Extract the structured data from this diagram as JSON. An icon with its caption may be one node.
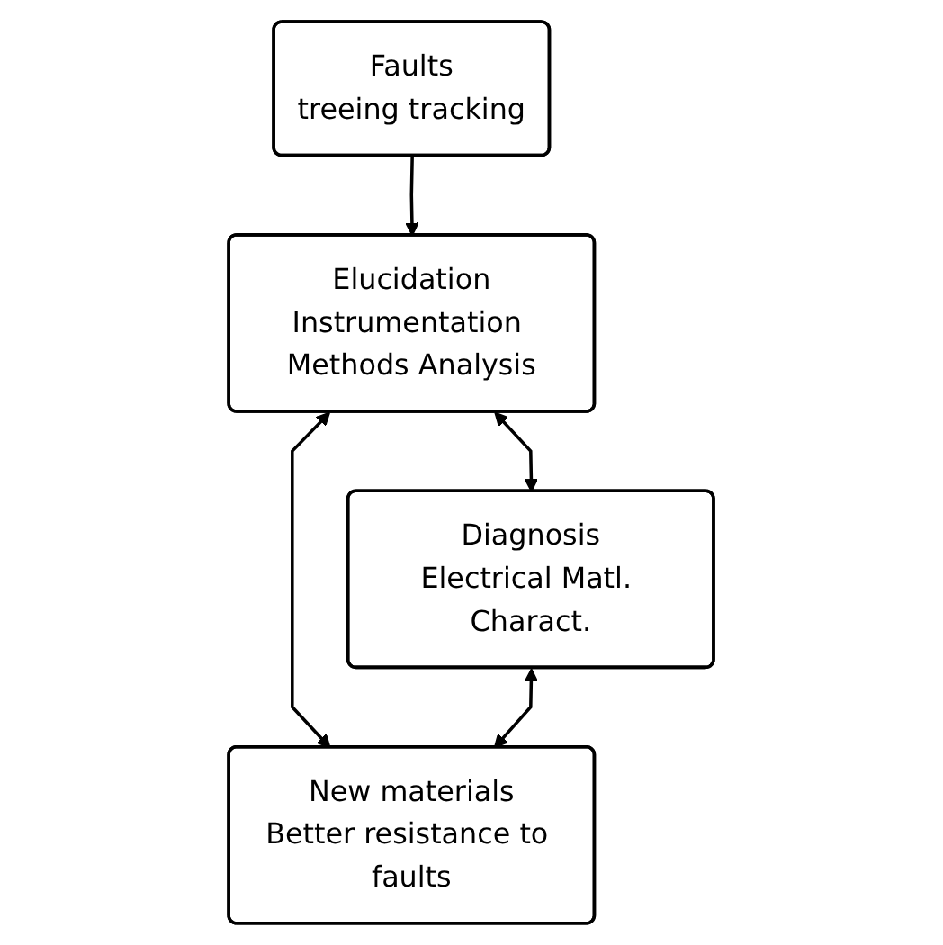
{
  "diagram": {
    "nodes": [
      {
        "text": [
          "Faults",
          "treeing tracking"
        ]
      },
      {
        "text": [
          "Elucidation",
          "Instrumentation Methods Analysis"
        ]
      },
      {
        "text": [
          "Diagnosis",
          "Electrical Matl. Charact."
        ]
      },
      {
        "text": [
          "New materials",
          "Better resistance to faults"
        ]
      }
    ],
    "edges": [
      {
        "from": 0,
        "to": 1,
        "arrow": "to"
      },
      {
        "from": 1,
        "to": 2,
        "arrow": "both"
      },
      {
        "from": 1,
        "to": 3,
        "arrow": "both"
      },
      {
        "from": 2,
        "to": 3,
        "arrow": "both"
      }
    ]
  }
}
